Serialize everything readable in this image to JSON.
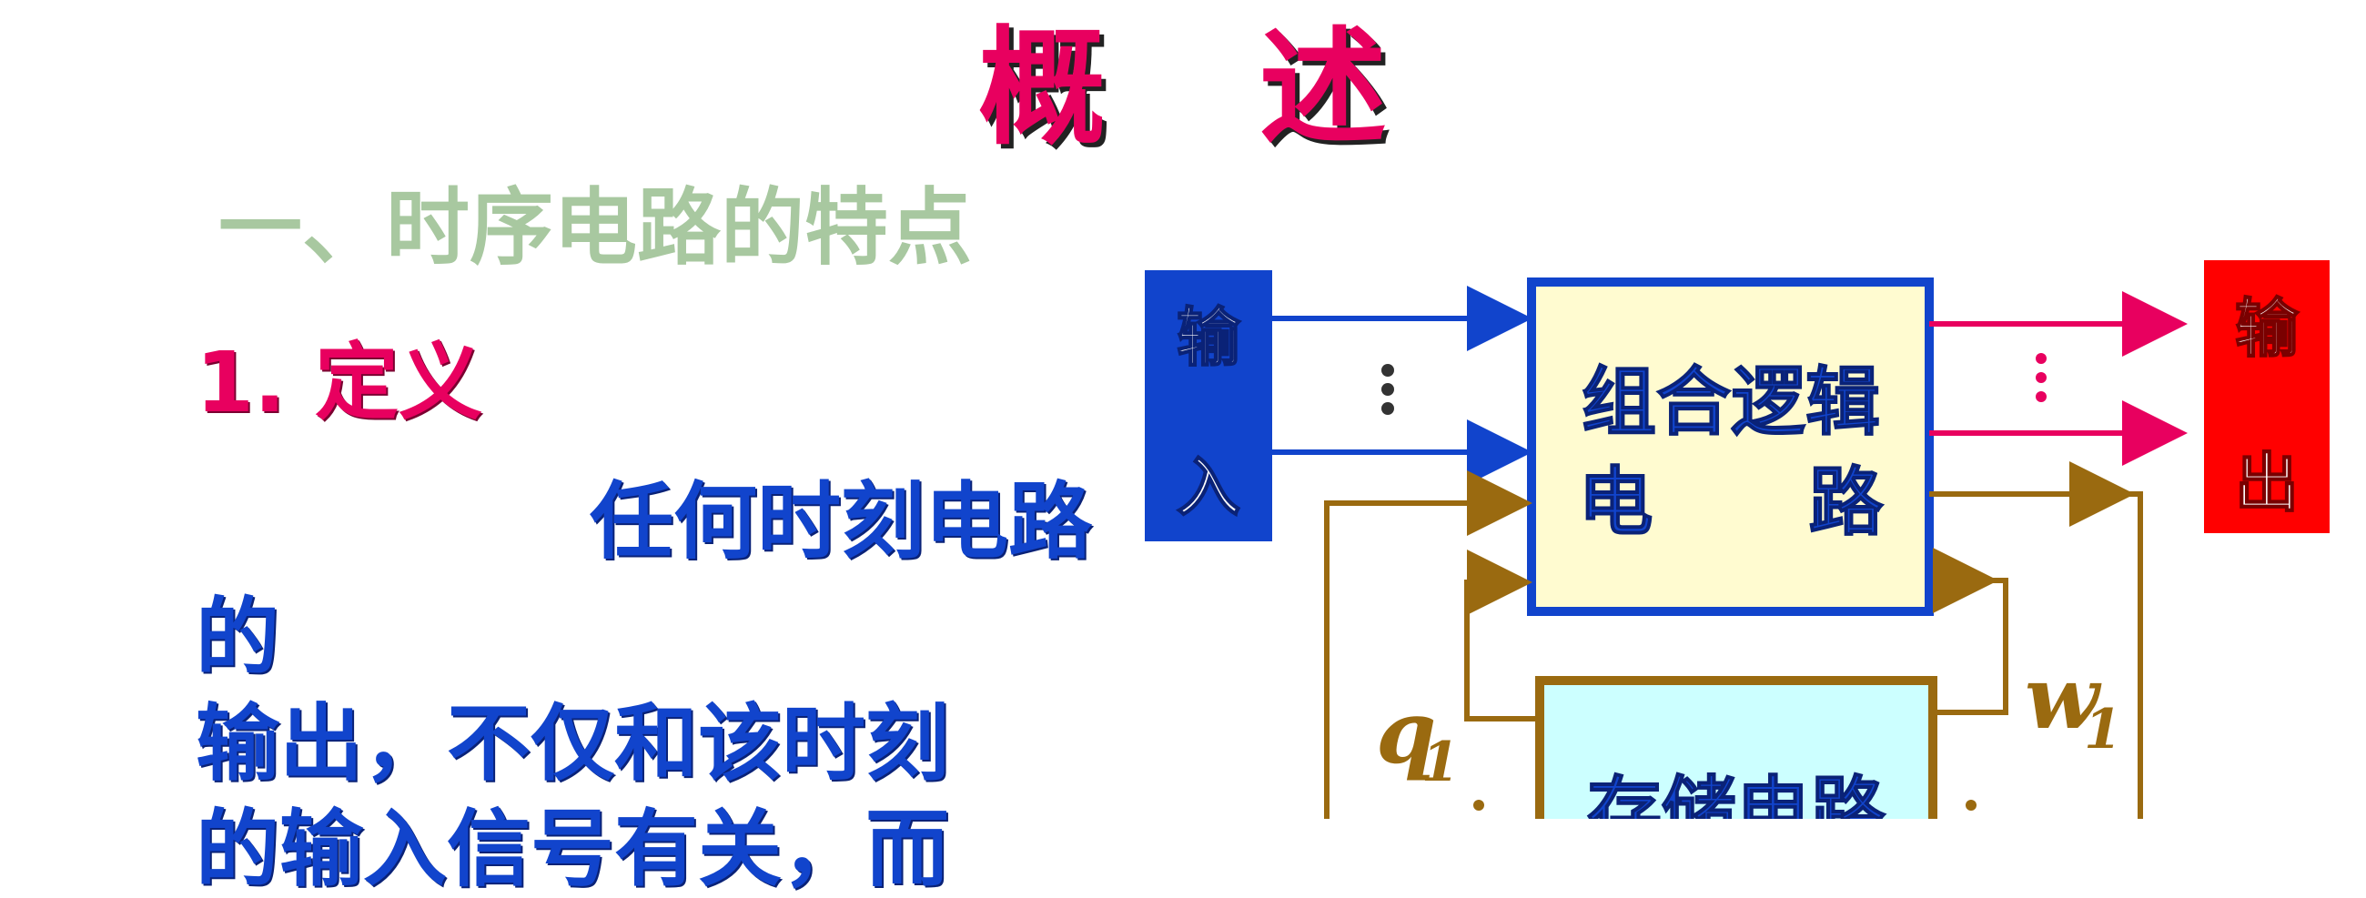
{
  "title": "概 述",
  "section": "一、时序电路的特点",
  "definition": {
    "label": "1.  定义",
    "lines": [
      "任何时刻电路",
      "的",
      "输出，不仅和该时刻",
      "的输入信号有关，而"
    ]
  },
  "diagram": {
    "input_label_top": "输",
    "input_label_bottom": "入",
    "output_label_top": "输",
    "output_label_bottom": "出",
    "comb_line1": "组合逻辑",
    "comb_line2": "电      路",
    "storage_label": "存储电路",
    "q_var": "q",
    "q_sub": "1",
    "w_var": "w",
    "w_sub": "1",
    "colors": {
      "blue": "#1144cc",
      "pink": "#e8005f",
      "brown": "#9a6a10",
      "red_box": "#ff0000",
      "comb_fill": "#fffbd0",
      "storage_fill": "#ccffff"
    }
  }
}
